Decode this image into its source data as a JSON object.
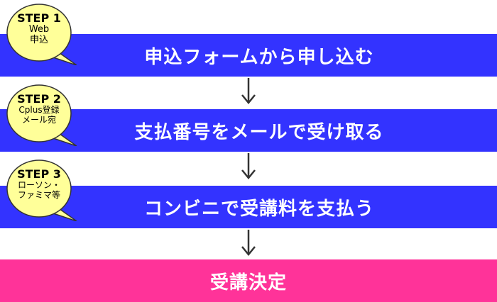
{
  "steps": [
    {
      "step": "STEP 1",
      "sub1": "Web",
      "sub2": "申込",
      "text": "申込フォームから申し込む"
    },
    {
      "step": "STEP 2",
      "sub1": "Cplus登録",
      "sub2": "メール宛",
      "text": "支払番号をメールで受け取る"
    },
    {
      "step": "STEP 3",
      "sub1": "ローソン・",
      "sub2": "ファミマ等",
      "text": "コンビニで受講料を支払う"
    }
  ],
  "final": {
    "text": "受講決定"
  },
  "colors": {
    "step_bar": "#3333ff",
    "final_bar": "#ff3399",
    "badge": "#ffff99",
    "arrow": "#333333"
  },
  "icons": {
    "arrow": "arrow-down-icon",
    "badge": "speech-bubble"
  }
}
